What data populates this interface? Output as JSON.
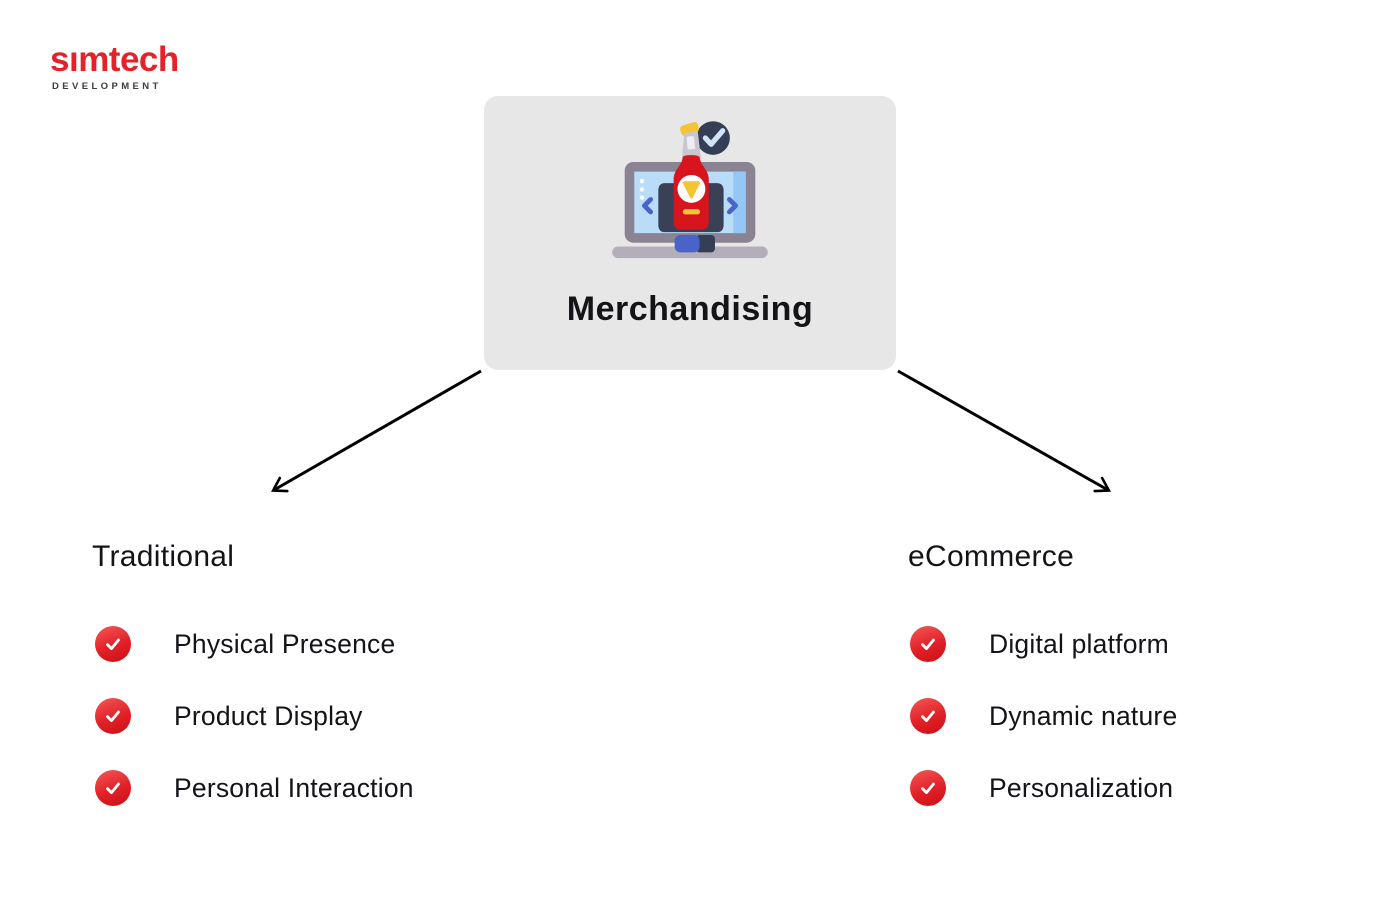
{
  "logo": {
    "brand": "sımtech",
    "subtitle": "DEVELOPMENT"
  },
  "diagram": {
    "root": {
      "label": "Merchandising",
      "icon": "laptop-ketchup-merchandising-icon"
    },
    "branches": [
      {
        "heading": "Traditional",
        "items": [
          "Physical Presence",
          "Product Display",
          "Personal Interaction"
        ]
      },
      {
        "heading": "eCommerce",
        "items": [
          "Digital platform",
          "Dynamic nature",
          "Personalization"
        ]
      }
    ]
  },
  "colors": {
    "brand_red": "#e3222a",
    "card_background": "#e8e7e8",
    "check_red_start": "#f25050",
    "check_red_end": "#cd0f15",
    "text": "#141418",
    "arrow": "#000000",
    "icon_navy": "#3a4156",
    "icon_blue": "#4a63c8",
    "icon_screen_blue": "#b9dcf8",
    "icon_yellow": "#f3c433",
    "icon_bottle_red": "#d8141e",
    "icon_frame_gray": "#8a8394"
  }
}
